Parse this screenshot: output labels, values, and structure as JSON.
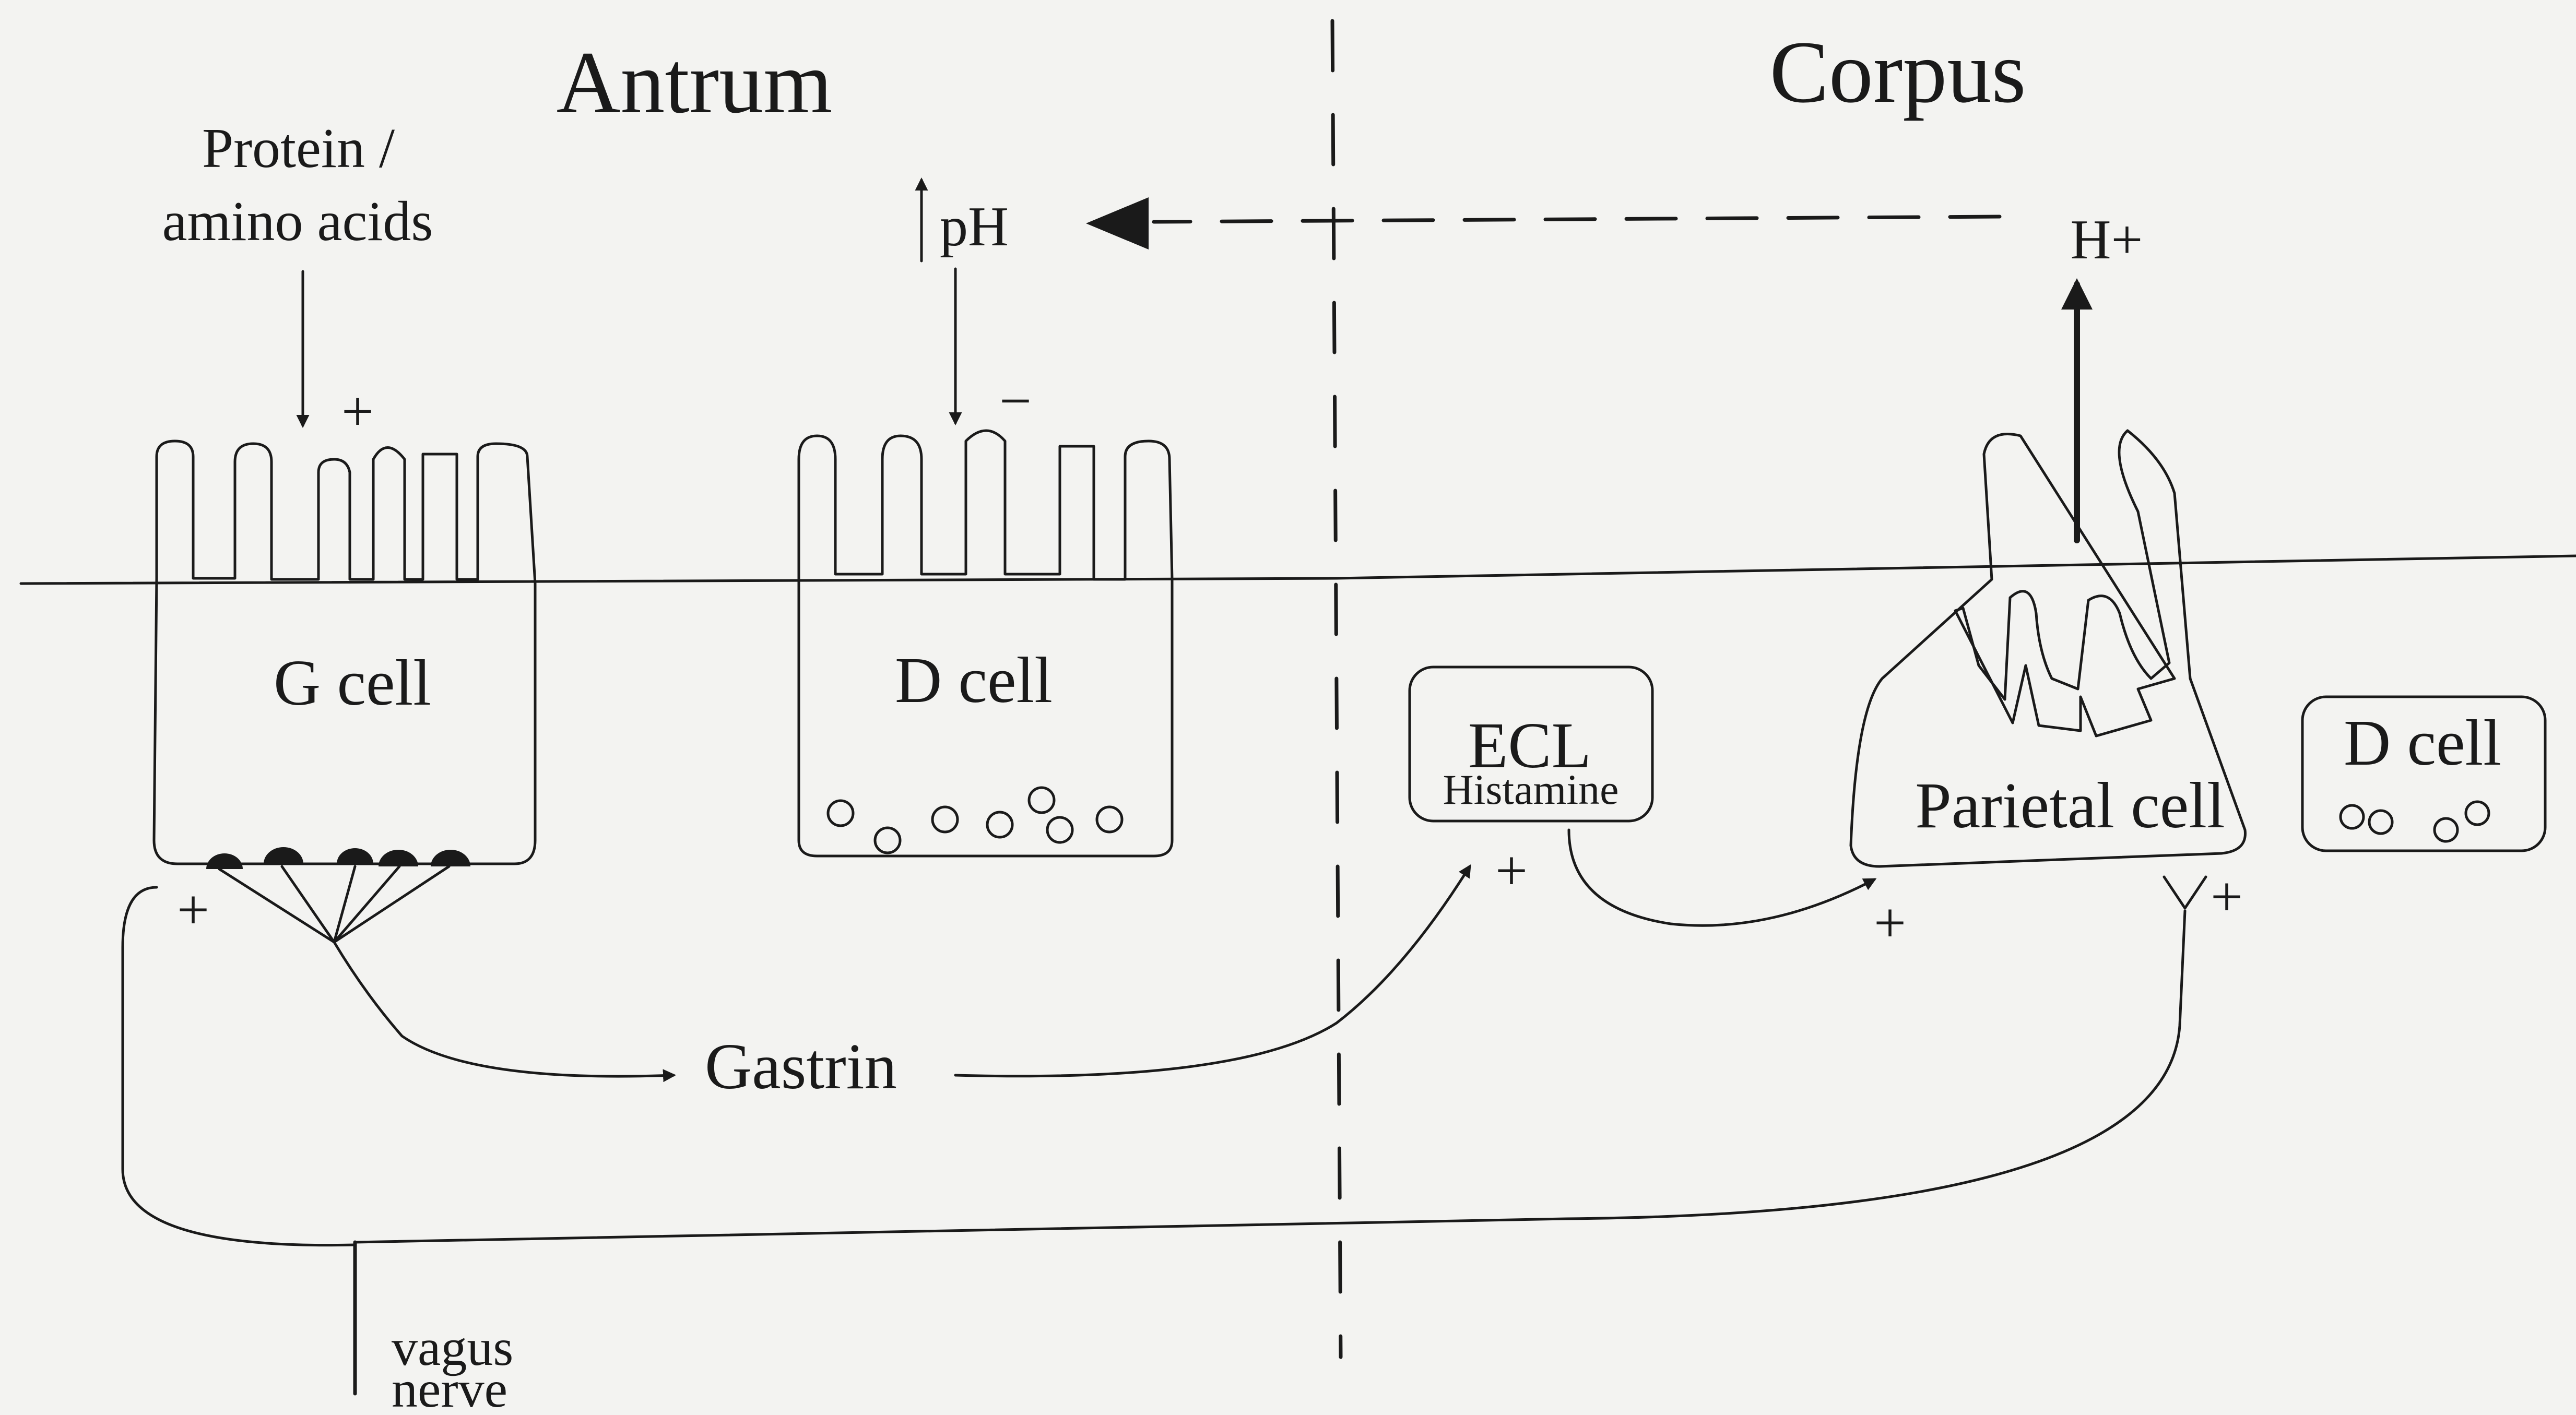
{
  "regions": {
    "left": "Antrum",
    "right": "Corpus"
  },
  "labels": {
    "stimulus": [
      "Protein /",
      "amino acids"
    ],
    "ph": "pH",
    "h_plus": "H+",
    "g_cell": "G cell",
    "d_cell_antrum": "D cell",
    "ecl": "ECL",
    "histamine": "Histamine",
    "parietal": "Parietal cell",
    "d_cell_corpus": "D cell",
    "gastrin": "Gastrin",
    "vagus": [
      "vagus",
      "nerve"
    ]
  },
  "signs": {
    "g_apical": "+",
    "d_apical": "−",
    "g_basal": "+",
    "ecl_input": "+",
    "parietal_histamine": "+",
    "parietal_vagal": "+"
  },
  "colors": {
    "ink": "#1a1a1a",
    "paper": "#f3f3f1"
  }
}
